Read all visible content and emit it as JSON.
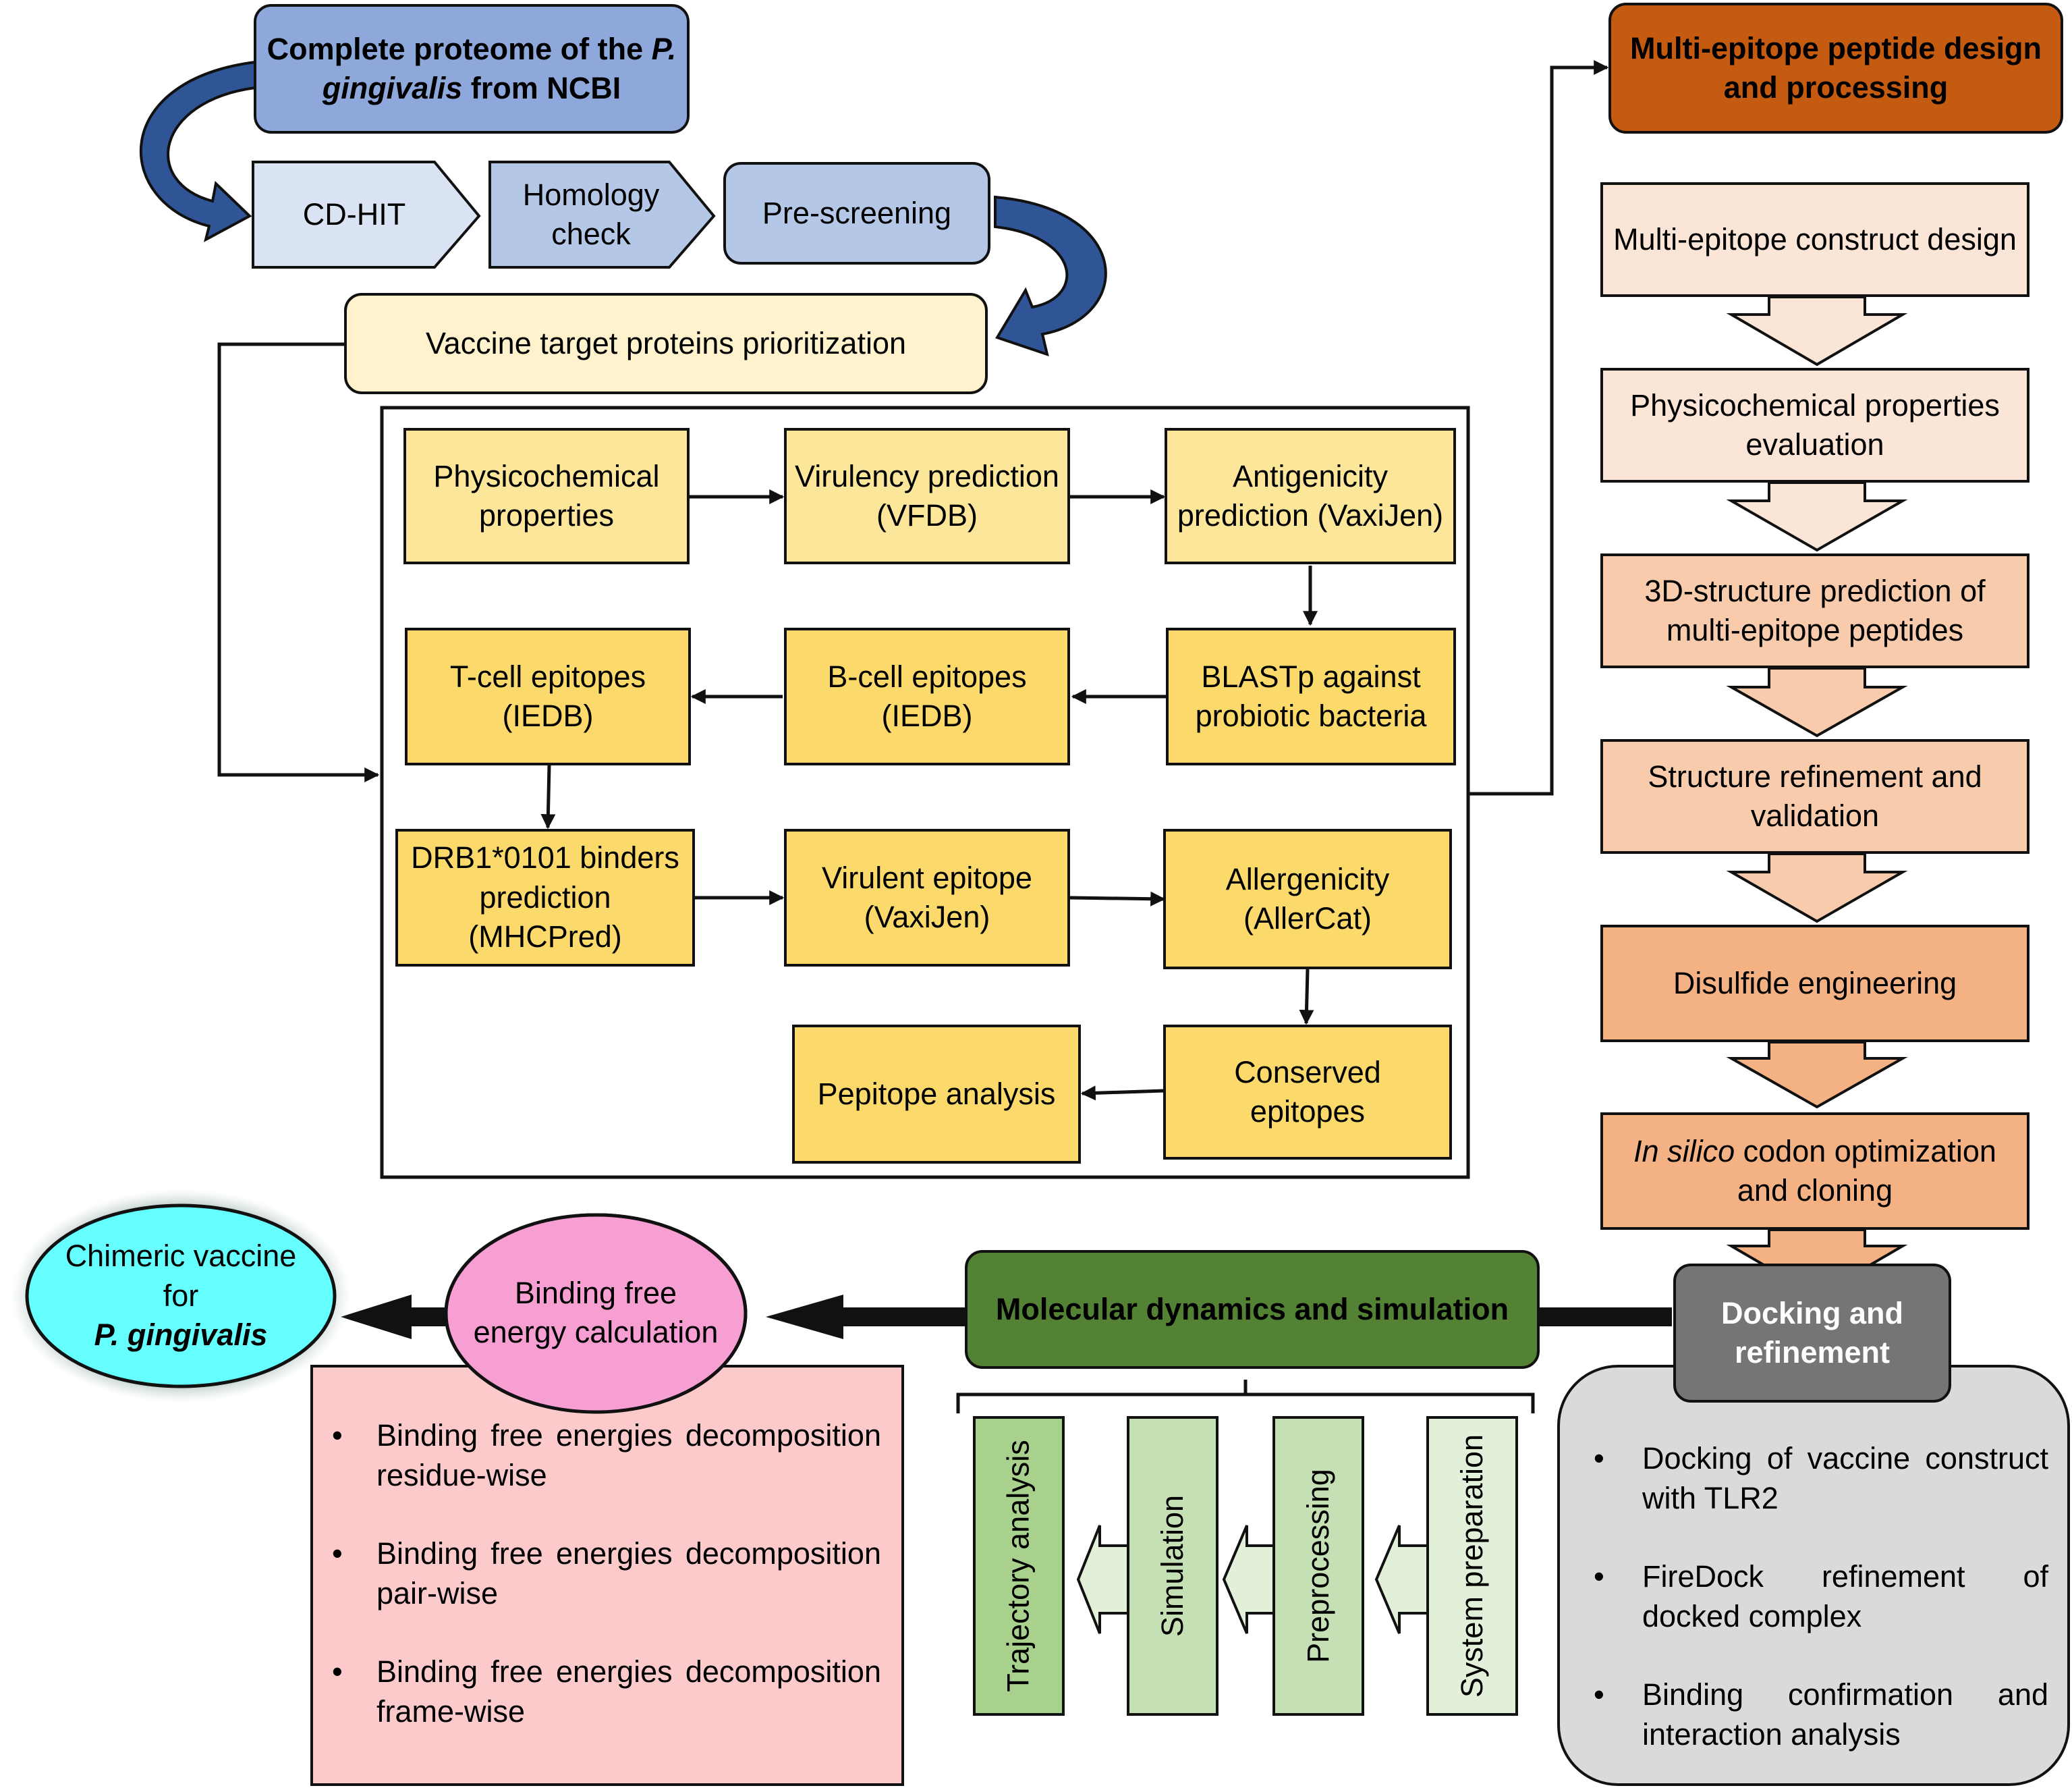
{
  "top": {
    "proteome_pre": "Complete proteome of the ",
    "proteome_italic": "P. gingivalis",
    "proteome_post": " from NCBI",
    "cdhit": "CD-HIT",
    "homology": "Homology check",
    "prescreening": "Pre-screening",
    "prioritization": "Vaccine target proteins prioritization"
  },
  "screening": {
    "physico": "Physicochemical properties",
    "virulency": "Virulency prediction (VFDB)",
    "antigenicity": "Antigenicity prediction (VaxiJen)",
    "blastp": "BLASTp against probiotic bacteria",
    "bcell": "B-cell epitopes (IEDB)",
    "tcell": "T-cell epitopes (IEDB)",
    "drb1": "DRB1*0101 binders prediction (MHCPred)",
    "virulent": "Virulent epitope (VaxiJen)",
    "allergenicity": "Allergenicity (AllerCat)",
    "conserved": "Conserved epitopes",
    "pepitope": "Pepitope analysis"
  },
  "design": {
    "title": "Multi-epitope peptide design and processing",
    "step1": "Multi-epitope construct design",
    "step2": "Physicochemical properties evaluation",
    "step3": "3D-structure prediction of multi-epitope peptides",
    "step4": "Structure refinement and validation",
    "step5": "Disulfide engineering",
    "step6_italic": "In silico",
    "step6_rest": " codon optimization and cloning"
  },
  "docking": {
    "title": "Docking and refinement",
    "bullets": [
      "Docking of vaccine construct with TLR2",
      "FireDock refinement of docked complex",
      "Binding confirmation and interaction analysis"
    ]
  },
  "md": {
    "title": "Molecular dynamics and simulation",
    "steps": [
      "Trajectory analysis",
      "Simulation",
      "Preprocessing",
      "System preparation"
    ]
  },
  "binding": {
    "title": "Binding free energy calculation",
    "bullets": [
      "Binding free energies decomposition residue-wise",
      "Binding free energies decomposition pair-wise",
      "Binding free energies decomposition frame-wise"
    ]
  },
  "vaccine": {
    "line1": "Chimeric vaccine for",
    "italic": "P. gingivalis"
  },
  "colors": {
    "blue_dark": "#8fa8dc",
    "blue_light": "#dae3f3",
    "blue_mid": "#b4c7e7",
    "arrow_blue": "#2f5597",
    "cream": "#fff2cc",
    "yellow_light": "#fbe69a",
    "yellow_dark": "#fbd96a",
    "orange_title": "#c55a11",
    "green_title": "#548235",
    "gray_title": "#757575",
    "pink": "#f79ed3",
    "cyan": "#66ffff"
  }
}
